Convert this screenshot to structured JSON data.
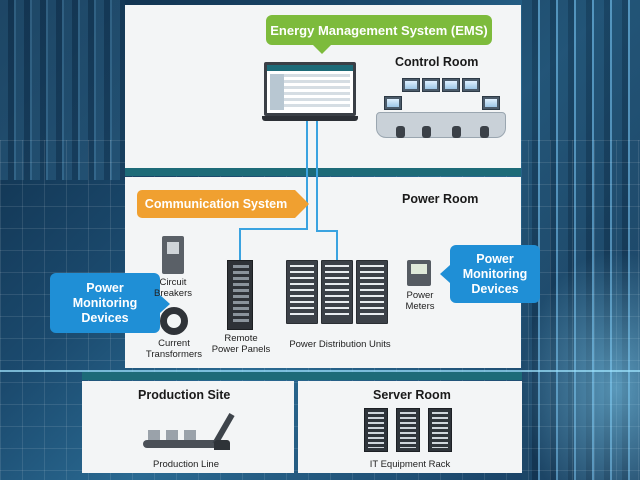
{
  "callouts": {
    "ems": "Energy Management System (EMS)",
    "communication": "Communication System",
    "power_monitoring_left": [
      "Power",
      "Monitoring",
      "Devices"
    ],
    "power_monitoring_right": [
      "Power",
      "Monitoring",
      "Devices"
    ]
  },
  "sections": {
    "control_room": "Control Room",
    "power_room": "Power Room",
    "production_site": "Production Site",
    "server_room": "Server Room"
  },
  "devices": {
    "circuit_breakers": [
      "Circuit",
      "Breakers"
    ],
    "current_transformers": [
      "Current",
      "Transformers"
    ],
    "remote_power_panels": [
      "Remote",
      "Power Panels"
    ],
    "power_distribution_units": "Power Distribution Units",
    "power_meters": [
      "Power",
      "Meters"
    ],
    "production_line": "Production Line",
    "it_equipment_rack": "IT Equipment Rack"
  },
  "colors": {
    "ems_green": "#7dbb3c",
    "communication_orange": "#f0a030",
    "monitoring_blue": "#1f8fd6",
    "wire_blue": "#3aa3e0",
    "divider_teal": "#1d6b78"
  }
}
